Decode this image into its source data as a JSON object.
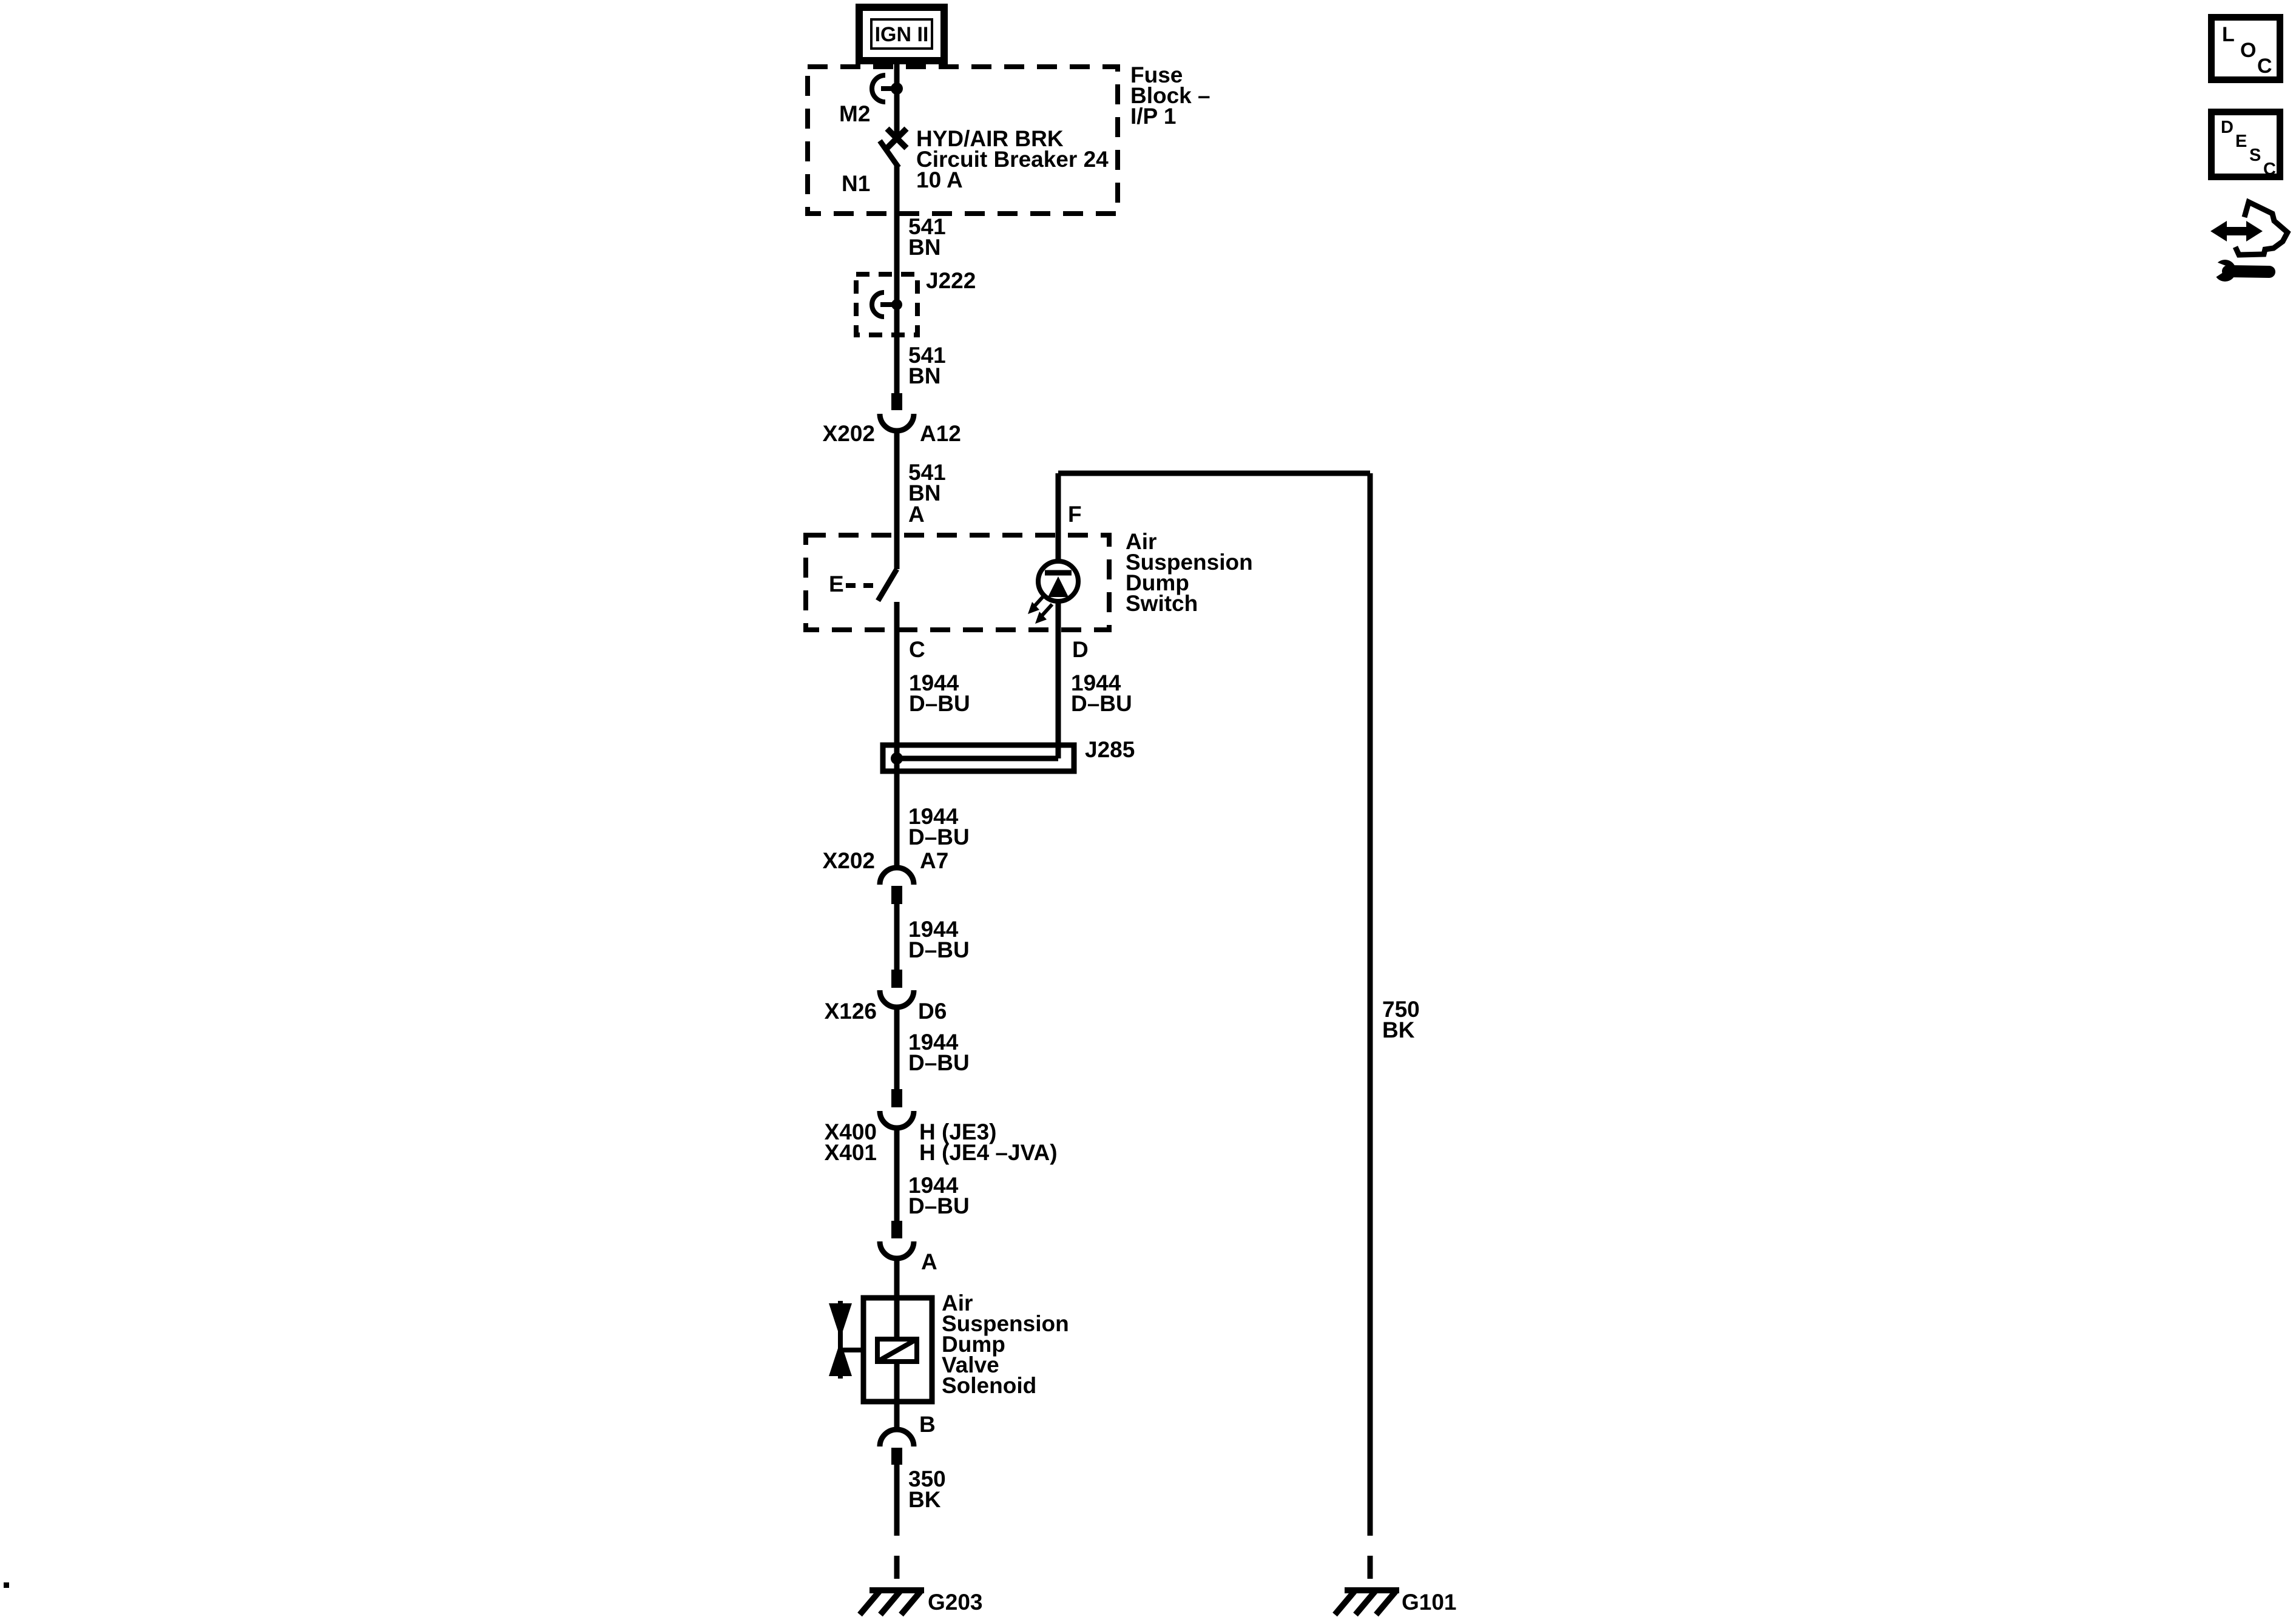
{
  "colors": {
    "ink": "#000000",
    "paper": "#ffffff"
  },
  "power_feed": {
    "label": "IGN II"
  },
  "fuse_block": {
    "label_lines": [
      "Fuse",
      "Block –",
      "I/P 1"
    ],
    "pin_top": "M2",
    "pin_bottom": "N1",
    "component_lines": [
      "HYD/AIR BRK",
      "Circuit Breaker 24",
      "10 A"
    ]
  },
  "splices": {
    "j222": "J222",
    "j285": "J285"
  },
  "wire_labels": [
    {
      "circuit": "541",
      "color": "BN"
    },
    {
      "circuit": "541",
      "color": "BN"
    },
    {
      "circuit": "541",
      "color": "BN"
    },
    {
      "circuit": "1944",
      "color": "D–BU"
    },
    {
      "circuit": "1944",
      "color": "D–BU"
    },
    {
      "circuit": "1944",
      "color": "D–BU"
    },
    {
      "circuit": "1944",
      "color": "D–BU"
    },
    {
      "circuit": "1944",
      "color": "D–BU"
    },
    {
      "circuit": "1944",
      "color": "D–BU"
    },
    {
      "circuit": "350",
      "color": "BK"
    },
    {
      "circuit": "750",
      "color": "BK"
    }
  ],
  "connectors": {
    "x202_a12": {
      "name": "X202",
      "pin": "A12"
    },
    "x202_a7": {
      "name": "X202",
      "pin": "A7"
    },
    "x126_d6": {
      "name": "X126",
      "pin": "D6"
    },
    "x400_x401": {
      "name1": "X400",
      "name2": "X401",
      "pin1": "H (JE3)",
      "pin2": "H (JE4 –JVA)"
    }
  },
  "dump_switch": {
    "label_lines": [
      "Air",
      "Suspension",
      "Dump",
      "Switch"
    ],
    "pin_in": "A",
    "pin_lamp": "F",
    "pin_out": "C",
    "pin_lamp_gnd": "D",
    "pin_detent": "E"
  },
  "solenoid": {
    "label_lines": [
      "Air",
      "Suspension",
      "Dump",
      "Valve",
      "Solenoid"
    ],
    "pin_in": "A",
    "pin_out": "B"
  },
  "grounds": {
    "left": "G203",
    "right": "G101"
  },
  "toolbar": {
    "loc_letters": [
      "L",
      "O",
      "C"
    ],
    "desc_letters": [
      "D",
      "E",
      "S",
      "C"
    ]
  }
}
